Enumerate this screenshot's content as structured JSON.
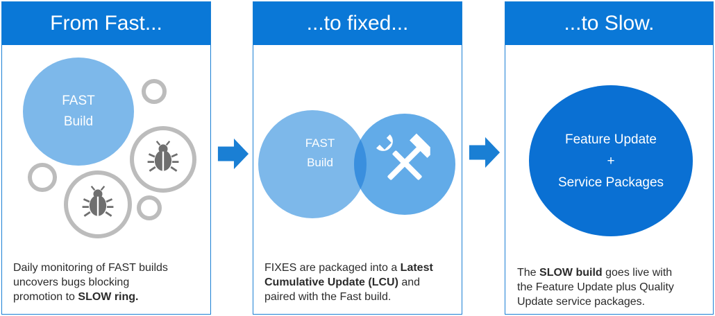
{
  "panels": [
    {
      "header": "From Fast...",
      "circle_lines": [
        "FAST",
        "Build"
      ],
      "caption": {
        "line1": "Daily monitoring of FAST builds",
        "line2": "uncovers bugs blocking",
        "line3_plain": "promotion to ",
        "line3_bold": "SLOW ring."
      }
    },
    {
      "header": "...to fixed...",
      "circle_lines": [
        "FAST",
        "Build"
      ],
      "caption": {
        "line1_plain": "FIXES are packaged into a ",
        "line1_bold": "Latest",
        "line2_bold": "Cumulative Update (LCU)",
        "line2_plain": " and",
        "line3": "paired with the Fast build."
      }
    },
    {
      "header": "...to Slow.",
      "circle_lines": [
        "Feature Update",
        "+",
        "Service Packages"
      ],
      "caption": {
        "line1_plain_a": "The ",
        "line1_bold": "SLOW build",
        "line1_plain_b": " goes live with",
        "line2": "the Feature Update plus Quality",
        "line3": "Update service packages."
      }
    }
  ],
  "colors": {
    "header_blue": "#0a78d7",
    "light_blue": "#7db8ea",
    "mid_blue": "#62abe8",
    "overlap_blue": "#3a8fde",
    "dark_blue": "#0a70d3",
    "ring_gray": "#bcbcbc",
    "bug_gray": "#6f6f6f",
    "arrow_blue": "#1a7fd4"
  },
  "icons": [
    "bug-icon",
    "hammer-wrench-icon",
    "arrow-right-icon"
  ]
}
